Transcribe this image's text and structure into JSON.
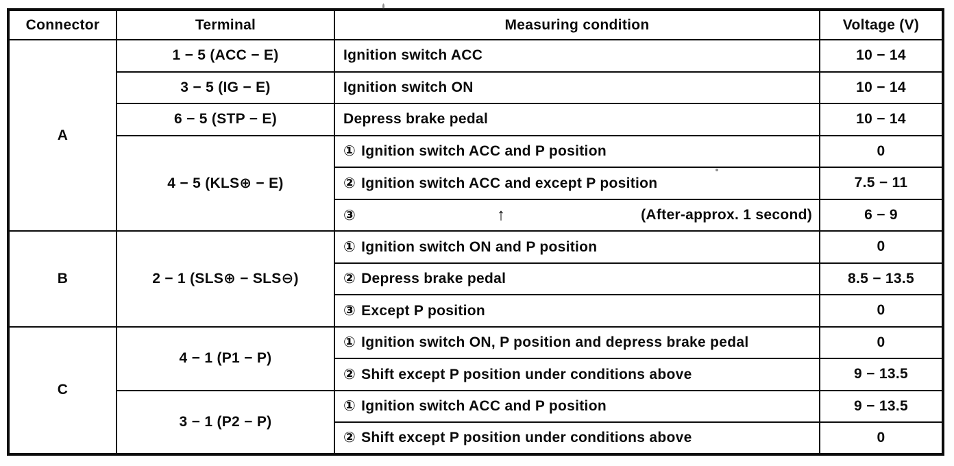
{
  "header": {
    "connector": "Connector",
    "terminal": "Terminal",
    "condition": "Measuring condition",
    "voltage": "Voltage (V)"
  },
  "connectors": {
    "a": "A",
    "b": "B",
    "c": "C"
  },
  "terminals": {
    "acc_e": "1 − 5 (ACC − E)",
    "ig_e": "3 − 5 (IG − E)",
    "stp_e": "6 − 5 (STP − E)",
    "kls_e": "4 − 5 (KLS⊕ − E)",
    "sls": "2 − 1 (SLS⊕ − SLS⊖)",
    "p1_p": "4 − 1 (P1 − P)",
    "p2_p": "3 − 1 (P2 − P)"
  },
  "rows": [
    {
      "marker": "",
      "condition": "Ignition switch ACC",
      "voltage": "10 − 14"
    },
    {
      "marker": "",
      "condition": "Ignition switch ON",
      "voltage": "10 − 14"
    },
    {
      "marker": "",
      "condition": "Depress brake pedal",
      "voltage": "10 − 14"
    },
    {
      "marker": "①",
      "condition": "Ignition switch ACC and P position",
      "voltage": "0"
    },
    {
      "marker": "②",
      "condition": "Ignition switch ACC and except P position",
      "voltage": "7.5 − 11"
    },
    {
      "marker": "③",
      "condition": "",
      "arrow": "↑",
      "note": "(After-approx. 1 second)",
      "voltage": "6 − 9"
    },
    {
      "marker": "①",
      "condition": "Ignition switch ON and P position",
      "voltage": "0"
    },
    {
      "marker": "②",
      "condition": "Depress brake pedal",
      "voltage": "8.5 − 13.5"
    },
    {
      "marker": "③",
      "condition": "Except P position",
      "voltage": "0"
    },
    {
      "marker": "①",
      "condition": "Ignition switch ON, P position and depress brake pedal",
      "voltage": "0"
    },
    {
      "marker": "②",
      "condition": "Shift except P position under conditions above",
      "voltage": "9 − 13.5"
    },
    {
      "marker": "①",
      "condition": "Ignition switch ACC and P position",
      "voltage": "9 − 13.5"
    },
    {
      "marker": "②",
      "condition": "Shift except P position under conditions above",
      "voltage": "0"
    }
  ]
}
